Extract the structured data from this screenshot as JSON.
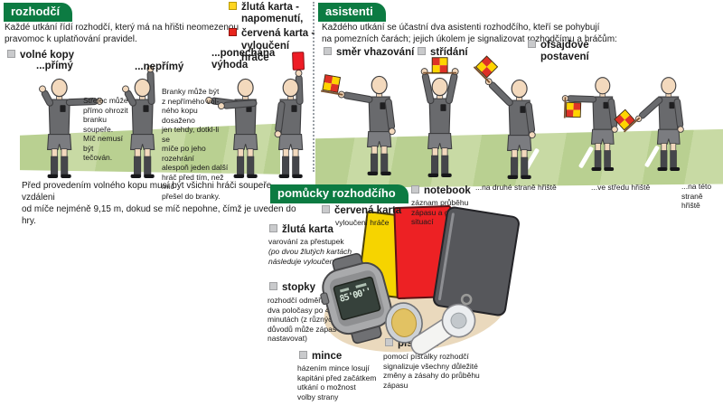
{
  "palette": {
    "header_green": "#0c7b42",
    "grass_green": "#b9d091",
    "grass_stripe": "#c8daa4",
    "kit_gray": "#696a6d",
    "skin": "#f3d9bd",
    "flag_red": "#de3226",
    "flag_yellow": "#ffd400",
    "card_red": "#e8251d",
    "card_yellow": "#f6d400",
    "bullet_gray": "#c9cacc"
  },
  "referee": {
    "title": "rozhodčí",
    "intro": "Každé utkání řídí rozhodčí, který má na hřišti neomezenou\npravomoc k uplatňování pravidel.",
    "free_kicks": "volné kopy",
    "direct_label": "...přímý",
    "direct_text": "Střelec může\npřímo ohrozit\nbranku soupeře.\nMíč nemusí být\ntečován.",
    "indirect_label": "...nepřímý",
    "indirect_text": "Branky může být\nz nepřímého vol-\nného kopu dosaženo\njen tehdy, dotkl-li se\nmíče po jeho rozehrání\nalespoň jeden další\nhráč před tím, než míč\npřešel do branky.",
    "advantage_label": "...ponechána\nvýhoda",
    "footer": "Před provedením volného kopu musí být všichni hráči soupeře vzdáleni\nod míče nejméně 9,15 m, dokud se míč nepohne, čímž je uveden do hry."
  },
  "legend": {
    "yellow_label": "žlutá karta -\nnapomenutí,",
    "red_label": "červená karta -\nvyloučení hráče"
  },
  "assistants": {
    "title": "asistenti",
    "intro": "Každého utkání se účastní dva asistenti rozhodčího, kteří se pohybují\nna pomezních čarách; jejich úkolem je signalizovat rozhodčímu a hráčům:",
    "throw_in": "směr vhazování",
    "substitution": "střídání",
    "offside": "ofsajdové\npostavení",
    "offside_far": "...na druhé straně hřiště",
    "offside_mid": "...ve středu hřiště",
    "offside_near": "...na této\nstraně hřiště"
  },
  "tools": {
    "title": "pomůcky rozhodčího",
    "red_card": {
      "title": "červená karta",
      "desc": "vyloučení hráče"
    },
    "yellow_card": {
      "title": "žlutá karta",
      "desc": "varování za přestupek",
      "note": "(po dvou žlutých kartách\nnásleduje vyloučení)"
    },
    "stopwatch": {
      "title": "stopky",
      "desc": "rozhodčí odměřuje\ndva poločasy po 45\nminutách (z různých\ndůvodů může zápas\nnastavovat)",
      "display": "85'00''"
    },
    "coin": {
      "title": "mince",
      "desc": "házením mince losují\nkapitáni před začátkem\nutkání o možnost\nvolby strany"
    },
    "notebook": {
      "title": "notebook",
      "desc": "záznam průběhu\nzápasu a gólových\nsituací"
    },
    "whistle": {
      "title": "píšťalka",
      "desc": "pomocí píšťalky rozhodčí\nsignalizuje všechny důležité\nzměny a zásahy do průběhu\nzápasu"
    }
  }
}
